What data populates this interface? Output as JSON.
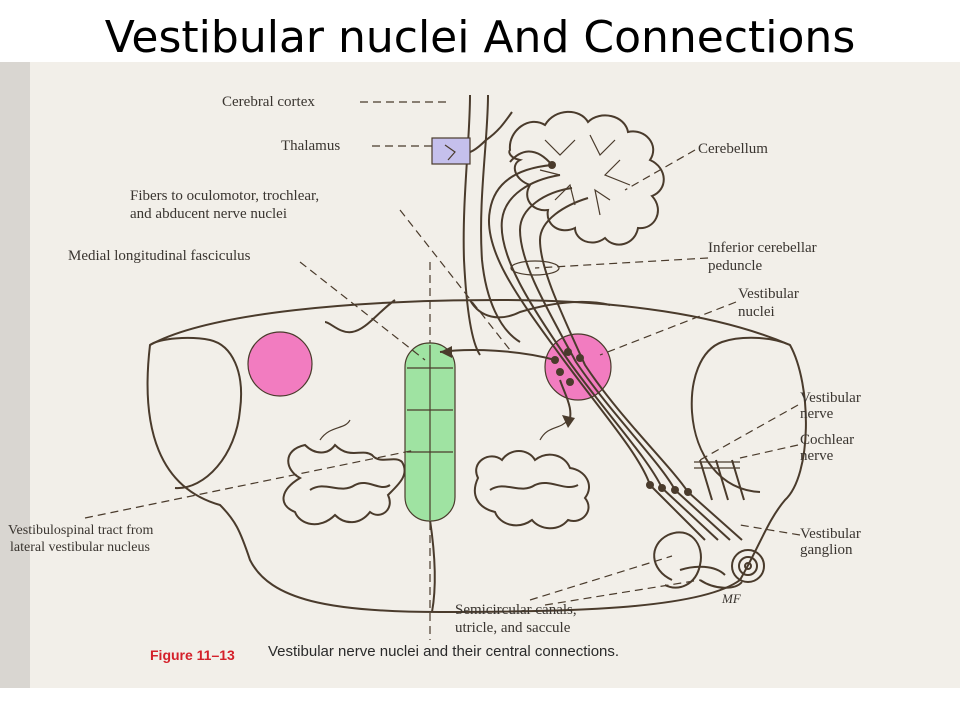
{
  "slide": {
    "title": "Vestibular nuclei And Connections"
  },
  "labels": {
    "cerebral_cortex": "Cerebral cortex",
    "thalamus": "Thalamus",
    "cerebellum": "Cerebellum",
    "fibers_line1": "Fibers to oculomotor, trochlear,",
    "fibers_line2": "and abducent nerve nuclei",
    "mlf": "Medial longitudinal fasciculus",
    "icp_line1": "Inferior cerebellar",
    "icp_line2": "peduncle",
    "vn_line1": "Vestibular",
    "vn_line2": "nuclei",
    "vnerve_line1": "Vestibular",
    "vnerve_line2": "nerve",
    "cochlear_line1": "Cochlear",
    "cochlear_line2": "nerve",
    "vst_line1": "Vestibulospinal tract from",
    "vst_line2": "lateral vestibular nucleus",
    "vganglion_line1": "Vestibular",
    "vganglion_line2": "ganglion",
    "sc_line1": "Semicircular canals,",
    "sc_line2": "utricle, and saccule",
    "artist_initials": "MF"
  },
  "caption": {
    "number": "Figure 11–13",
    "text": "Vestibular nerve nuclei and their central connections."
  },
  "colors": {
    "nucleus_pink": "#f27cc0",
    "mlf_green": "#9fe3a2",
    "thalamus_lavender": "#c5c0ec",
    "caption_red": "#d4202a"
  }
}
